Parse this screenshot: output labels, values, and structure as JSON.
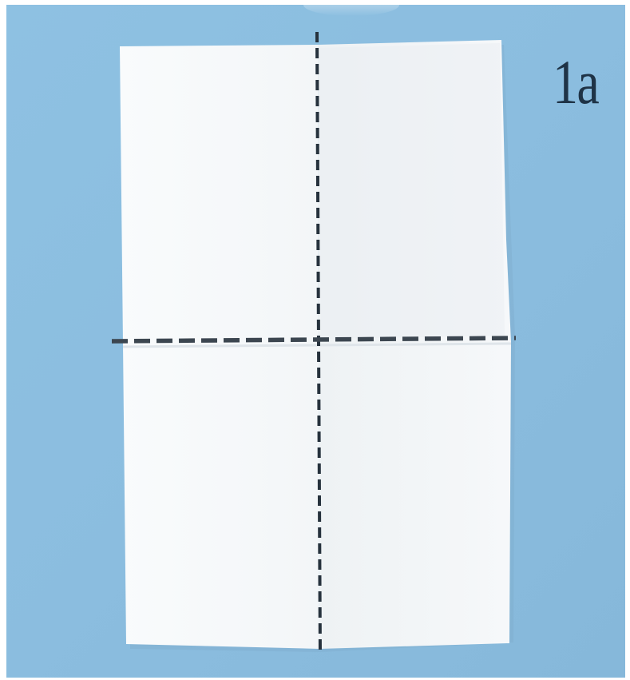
{
  "step": {
    "label": "1a"
  },
  "colors": {
    "background": "#8dbfe0",
    "paper": "#f7f9fb",
    "fold_line": "#26323d",
    "label": "#1f3346"
  },
  "fold_lines": [
    {
      "name": "vertical-center-fold",
      "style": "dashed"
    },
    {
      "name": "horizontal-center-fold",
      "style": "dashed"
    }
  ]
}
